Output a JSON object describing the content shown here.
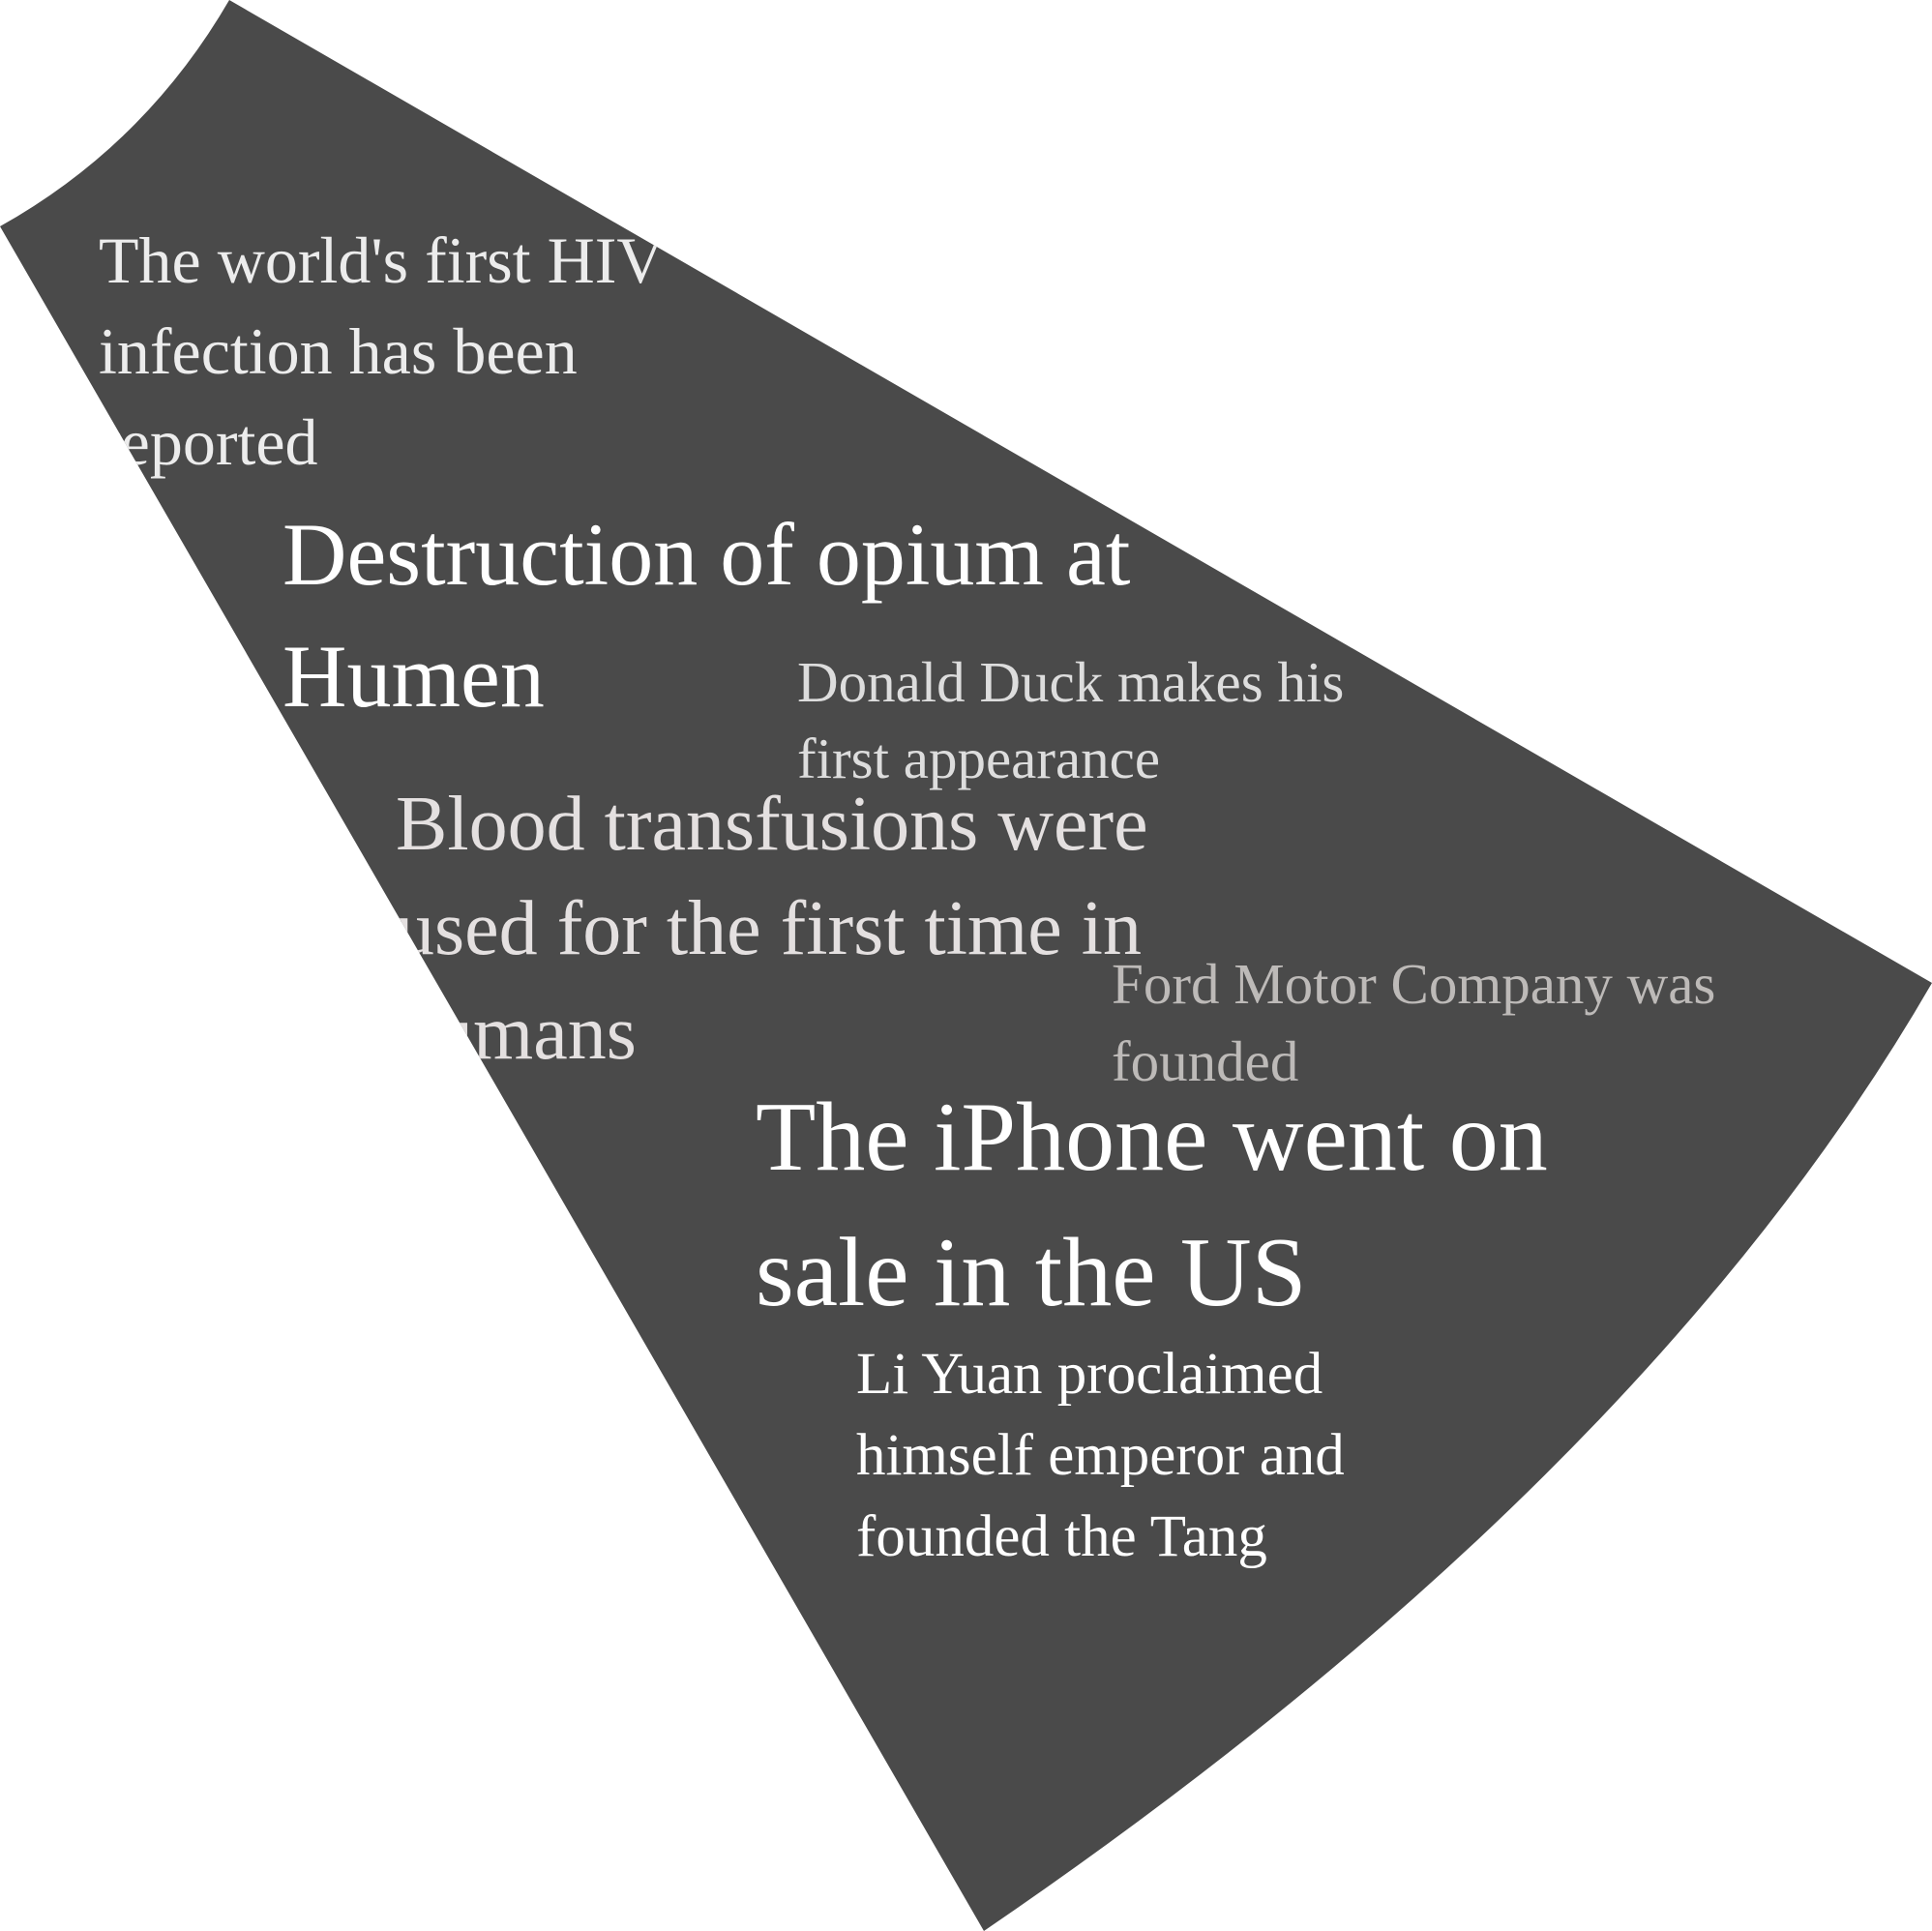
{
  "colors": {
    "background": "#ffffff",
    "wedge": "#4a4a4a",
    "text_bright": "#ffffff",
    "text_light": "#ececec",
    "text_soft": "#dddddd",
    "text_pinkish": "#e4e0e0",
    "text_muted": "#bdbab8"
  },
  "events": {
    "hiv": "The world's first HIV infection has been reported",
    "opium": "Destruction of opium at Humen",
    "donald": "Donald Duck makes his first appearance",
    "blood": "Blood transfusions were used for the first time in humans",
    "ford": "Ford Motor Company was founded",
    "iphone": "The iPhone went on sale in the US",
    "liyuan": "Li Yuan proclaimed himself emperor and founded the Tang"
  }
}
